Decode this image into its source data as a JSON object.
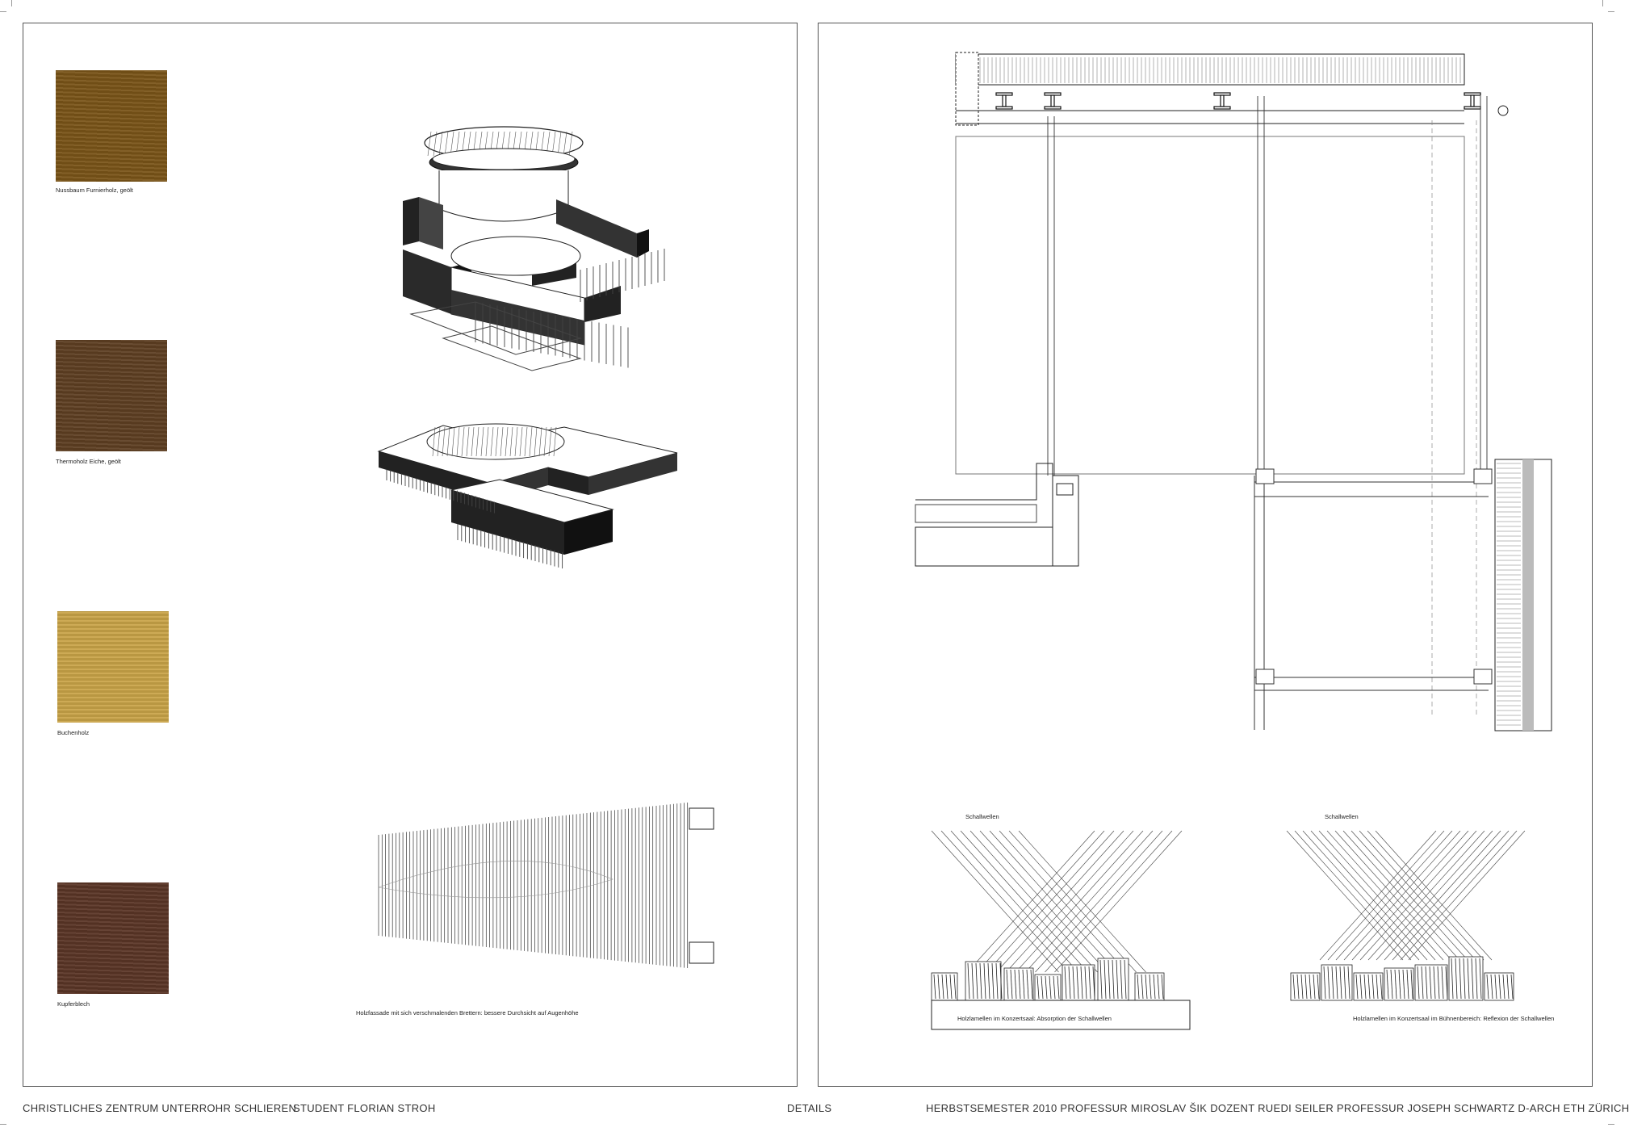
{
  "materials": [
    {
      "label": "Nussbaum Furnierholz, geölt",
      "color": "#7a5418"
    },
    {
      "label": "Thermoholz Eiche, geölt",
      "color": "#5e3f22"
    },
    {
      "label": "Buchenholz",
      "color": "#c9a448"
    },
    {
      "label": "Kupferblech",
      "color": "#5a3526"
    }
  ],
  "facade_caption": "Holzfassade mit sich verschmalenden Brettern: bessere Durchsicht auf Augenhöhe",
  "acoustics": {
    "left": {
      "wave_label": "Schallwellen",
      "caption": "Holzlamellen im Konzertsaal: Absorption der Schallwellen"
    },
    "right": {
      "wave_label": "Schallwellen",
      "caption": "Holzlamellen im Konzertsaal im Bühnenbereich: Reflexion der Schallwellen"
    }
  },
  "footer": {
    "project": "CHRISTLICHES ZENTRUM  UNTERROHR  SCHLIEREN",
    "student": "STUDENT  FLORIAN STROH",
    "sheet": "DETAILS",
    "credits": "HERBSTSEMESTER 2010   PROFESSUR MIROSLAV ŠIK    DOZENT RUEDI SEILER   PROFESSUR JOSEPH SCHWARTZ    D-ARCH    ETH ZÜRICH"
  }
}
